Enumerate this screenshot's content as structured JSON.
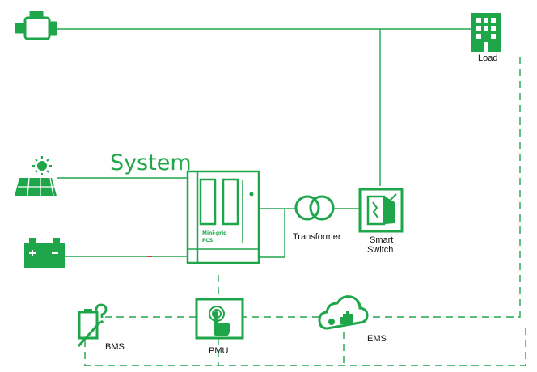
{
  "title": "System",
  "labels": {
    "load": "Load",
    "transformer": "Transformer",
    "smart_switch_line1": "Smart",
    "smart_switch_line2": "Switch",
    "bms": "BMS",
    "pmu": "PMU",
    "ems": "EMS",
    "pcs_line1": "Mini-grid",
    "pcs_line2": "PCS"
  },
  "icons": [
    "engine-icon",
    "building-icon",
    "solar-panel-icon",
    "battery-icon",
    "pcs-cabinet-icon",
    "transformer-icon",
    "smart-switch-icon",
    "bms-icon",
    "pmu-touch-icon",
    "ems-cloud-icon"
  ],
  "colors": {
    "accent": "#1fa64a",
    "line": "#1fa64a",
    "text": "#111111"
  }
}
